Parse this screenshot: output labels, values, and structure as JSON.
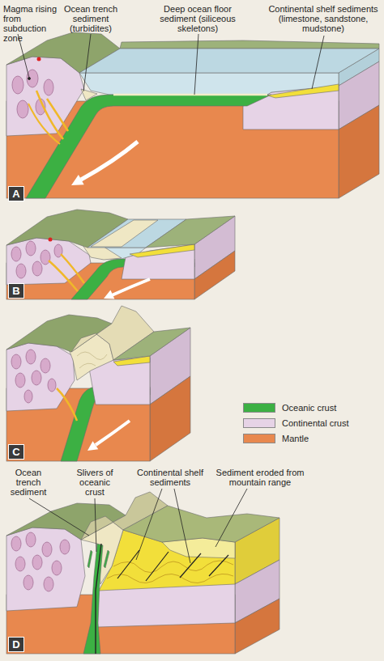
{
  "diagram": {
    "nodes": [
      {
        "text": [
          "A"
        ]
      },
      {
        "text": [
          "B"
        ]
      },
      {
        "text": [
          "C"
        ]
      },
      {
        "text": [
          "D"
        ]
      }
    ],
    "labels": [
      "Magma rising from subduction zone",
      "Ocean trench sediment (turbidites)",
      "Deep ocean floor sediment (siliceous skeletons)",
      "Continental shelf sediments (limestone, sandstone, mudstone)",
      "Ocean trench sediment",
      "Slivers of oceanic crust",
      "Continental shelf sediments",
      "Sediment eroded from mountain range"
    ],
    "legend": [
      {
        "text": "Oceanic crust",
        "color": "#3cb043"
      },
      {
        "text": "Continental crust",
        "color": "#e6d3e6"
      },
      {
        "text": "Mantle",
        "color": "#e8884e"
      }
    ]
  }
}
